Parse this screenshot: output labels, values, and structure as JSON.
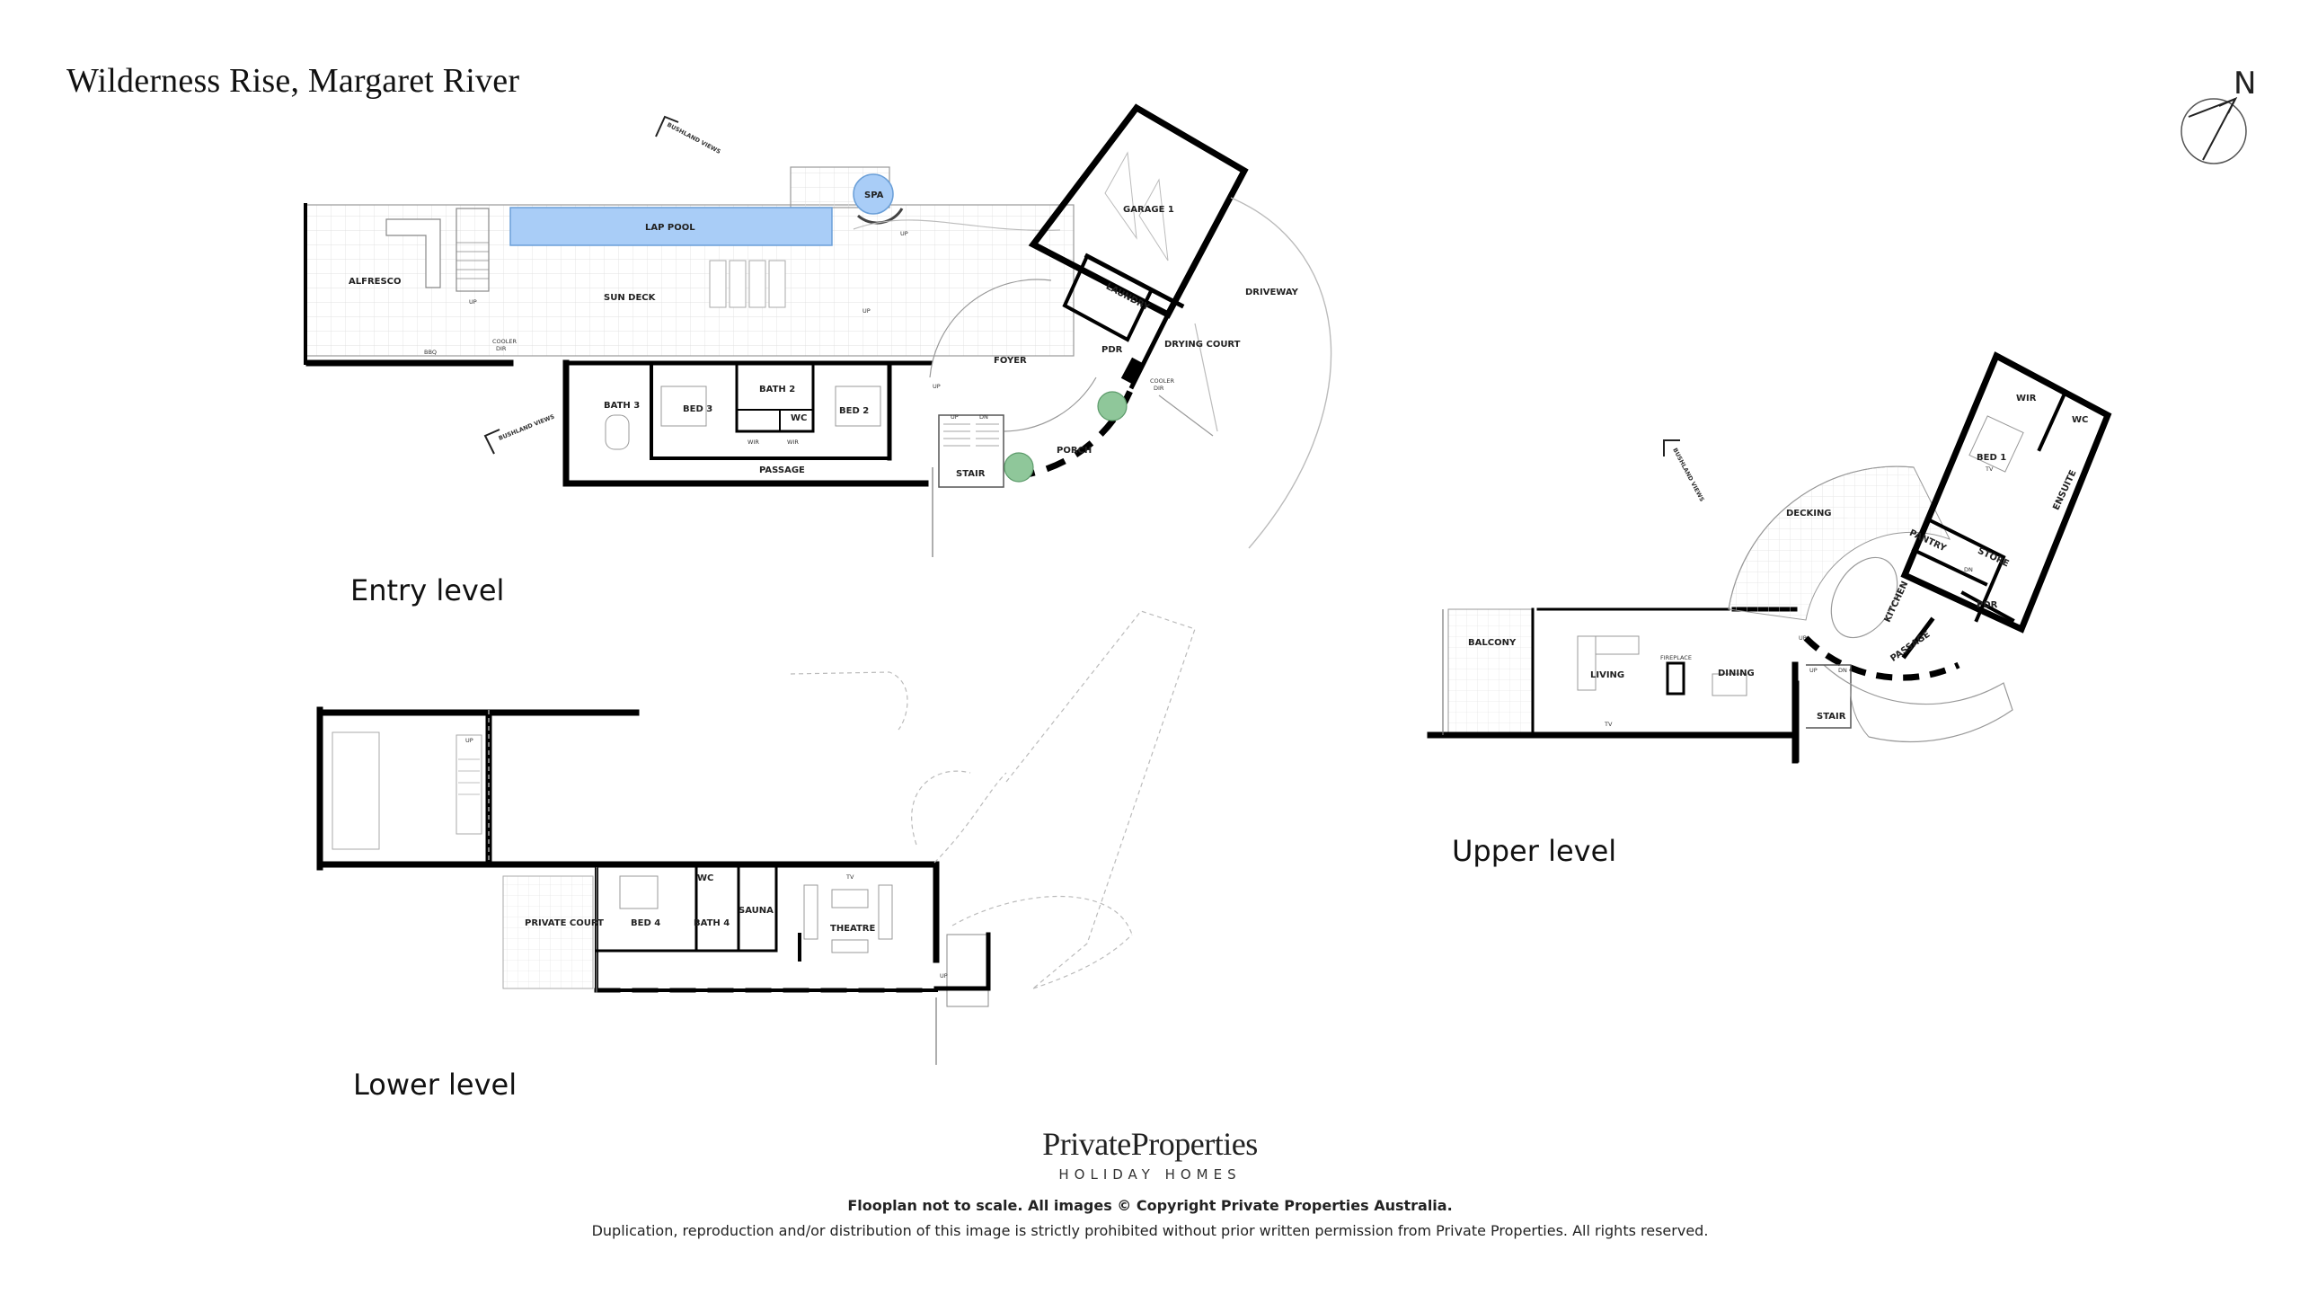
{
  "title": "Wilderness Rise, Margaret River",
  "levels": {
    "entry": "Entry level",
    "lower": "Lower level",
    "upper": "Upper level"
  },
  "compass": "N",
  "rooms": {
    "entry": {
      "alfresco": "ALFRESCO",
      "lap_pool": "LAP POOL",
      "spa": "SPA",
      "sun_deck": "SUN DECK",
      "garage": "GARAGE 1",
      "laundry": "LAUNDRY",
      "pdr": "PDR",
      "drying_court": "DRYING COURT",
      "driveway": "DRIVEWAY",
      "foyer": "FOYER",
      "porch": "PORCH",
      "stair": "STAIR",
      "bath3": "BATH 3",
      "bed3": "BED 3",
      "bath2": "BATH 2",
      "wc": "WC",
      "bed2": "BED 2",
      "wir_a": "WIR",
      "wir_b": "WIR",
      "passage": "PASSAGE",
      "bbq": "BBQ",
      "cooler_top": "COOLER",
      "cooler_bottom": "DIR",
      "cooler2_top": "COOLER",
      "cooler2_bottom": "DIR",
      "up1": "UP",
      "up2": "UP",
      "up3": "UP",
      "up4": "UP",
      "up5": "UP",
      "dn": "DN"
    },
    "lower": {
      "private_court": "PRIVATE COURT",
      "bed4": "BED 4",
      "wc": "WC",
      "bath4": "BATH 4",
      "sauna": "SAUNA",
      "theatre": "THEATRE",
      "tv": "TV",
      "up1": "UP",
      "up2": "UP"
    },
    "upper": {
      "balcony": "BALCONY",
      "living": "LIVING",
      "fireplace": "FIREPLACE",
      "dining": "DINING",
      "tv": "TV",
      "decking": "DECKING",
      "kitchen": "KITCHEN",
      "pantry": "PANTRY",
      "store": "STORE",
      "pdr": "PDR",
      "passage": "PASSAGE",
      "stair": "STAIR",
      "wir": "WIR",
      "wc": "WC",
      "bed1": "BED 1",
      "ensuite": "ENSUITE",
      "tv2": "TV",
      "up1": "UP",
      "up2": "UP",
      "dn": "DN",
      "dn2": "DN"
    }
  },
  "views": {
    "bushland1": "BUSHLAND VIEWS",
    "bushland2": "BUSHLAND VIEWS",
    "bushland3": "BUSHLAND VIEWS"
  },
  "brand": {
    "name": "PrivateProperties",
    "sub": "HOLIDAY HOMES"
  },
  "footer": {
    "line1": "Flooplan not to scale. All images © Copyright Private Properties Australia.",
    "line2": "Duplication, reproduction and/or distribution of this image is strictly prohibited without prior written permission from Private Properties. All rights reserved."
  },
  "colors": {
    "pool": "#a9cdf7",
    "pool_stroke": "#6a9fd8",
    "wall": "#000000",
    "plant": "#8fc79a"
  }
}
